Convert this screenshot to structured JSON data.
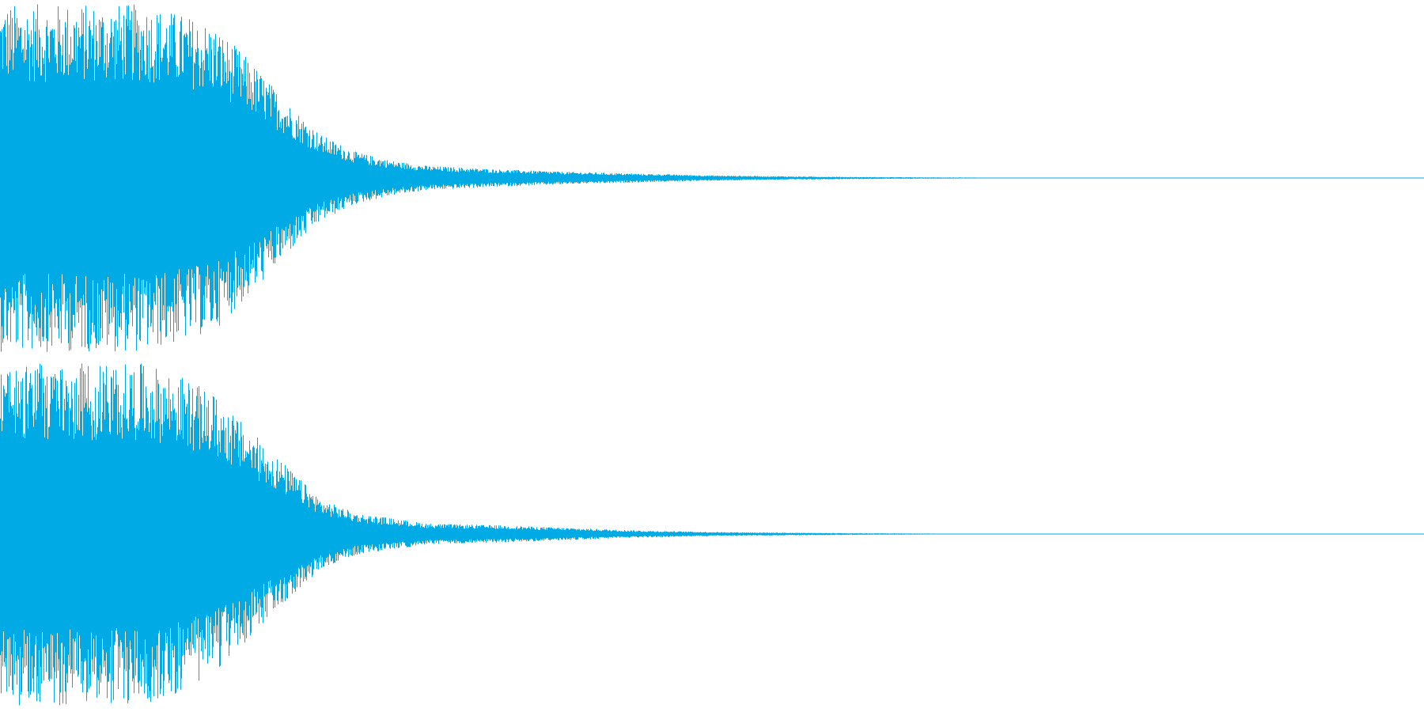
{
  "waveform": {
    "color": "#00AAE4",
    "background": "#FFFFFF",
    "channels": [
      {
        "id": "left",
        "envelope": [
          [
            0.0,
            1.0
          ],
          [
            0.05,
            1.0
          ],
          [
            0.1,
            1.0
          ],
          [
            0.125,
            0.95
          ],
          [
            0.15,
            0.88
          ],
          [
            0.175,
            0.68
          ],
          [
            0.2,
            0.45
          ],
          [
            0.225,
            0.25
          ],
          [
            0.25,
            0.15
          ],
          [
            0.275,
            0.1
          ],
          [
            0.3,
            0.07
          ],
          [
            0.35,
            0.05
          ],
          [
            0.4,
            0.035
          ],
          [
            0.45,
            0.025
          ],
          [
            0.5,
            0.015
          ],
          [
            0.55,
            0.01
          ],
          [
            0.6,
            0.006
          ],
          [
            0.65,
            0.004
          ],
          [
            0.7,
            0.002
          ],
          [
            0.75,
            0.0
          ],
          [
            1.0,
            0.0
          ]
        ]
      },
      {
        "id": "right",
        "envelope": [
          [
            0.0,
            1.0
          ],
          [
            0.05,
            0.98
          ],
          [
            0.1,
            0.98
          ],
          [
            0.125,
            0.92
          ],
          [
            0.15,
            0.8
          ],
          [
            0.175,
            0.6
          ],
          [
            0.2,
            0.4
          ],
          [
            0.225,
            0.2
          ],
          [
            0.25,
            0.12
          ],
          [
            0.275,
            0.09
          ],
          [
            0.3,
            0.06
          ],
          [
            0.35,
            0.05
          ],
          [
            0.4,
            0.035
          ],
          [
            0.45,
            0.02
          ],
          [
            0.5,
            0.012
          ],
          [
            0.55,
            0.008
          ],
          [
            0.6,
            0.005
          ],
          [
            0.65,
            0.003
          ],
          [
            0.7,
            0.001
          ],
          [
            0.75,
            0.0
          ],
          [
            1.0,
            0.0
          ]
        ]
      }
    ]
  }
}
